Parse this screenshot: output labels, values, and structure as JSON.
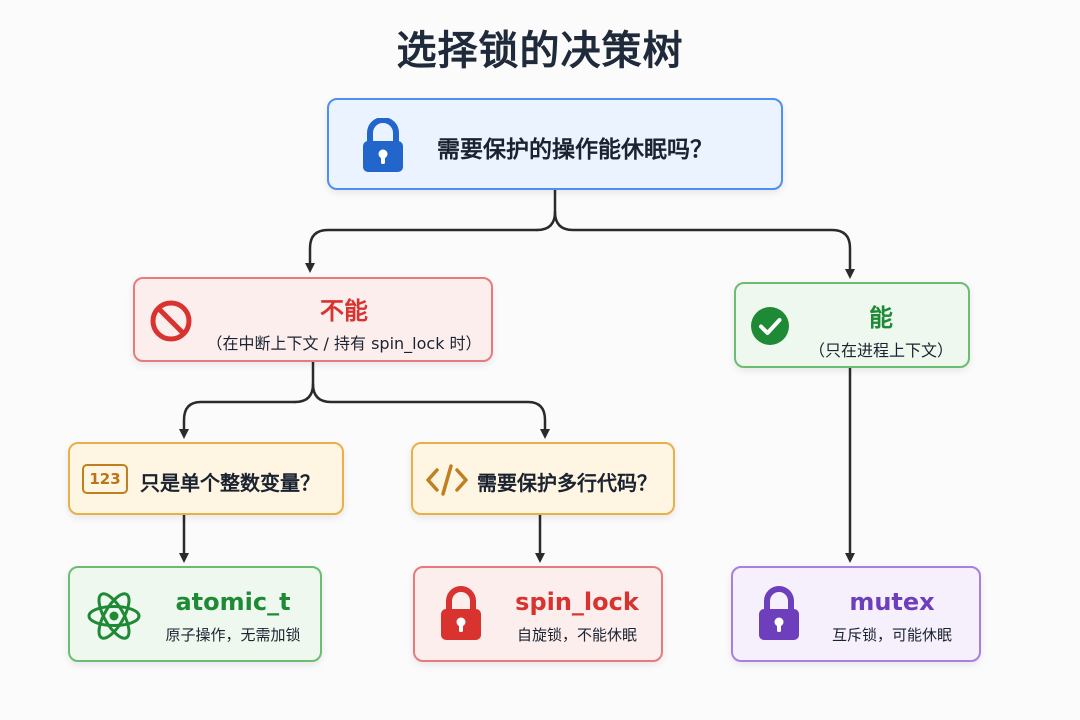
{
  "title": "选择锁的决策树",
  "root": {
    "question": "需要保护的操作能休眠吗？",
    "icon": "lock-icon"
  },
  "no_branch": {
    "title": "不能",
    "subtitle": "（在中断上下文 / 持有 spin_lock 时）",
    "icon": "prohibited-icon"
  },
  "yes_branch": {
    "title": "能",
    "subtitle": "（只在进程上下文）",
    "icon": "check-circle-icon"
  },
  "q_single_var": {
    "question": "只是单个整数变量？",
    "icon_text": "123",
    "icon": "number-icon"
  },
  "q_multi_line": {
    "question": "需要保护多行代码？",
    "icon": "code-icon"
  },
  "atomic": {
    "title": "atomic_t",
    "description": "原子操作，无需加锁",
    "icon": "atom-icon"
  },
  "spinlock": {
    "title": "spin_lock",
    "description": "自旋锁，不能休眠",
    "icon": "lock-icon"
  },
  "mutex": {
    "title": "mutex",
    "description": "互斥锁，可能休眠",
    "icon": "lock-icon"
  },
  "colors": {
    "blue": "#4f8ff0",
    "red": "#e77b7b",
    "green": "#6cbd72",
    "orange": "#e9b04a",
    "purple": "#a77fe0",
    "connector": "#2b2b2b"
  }
}
